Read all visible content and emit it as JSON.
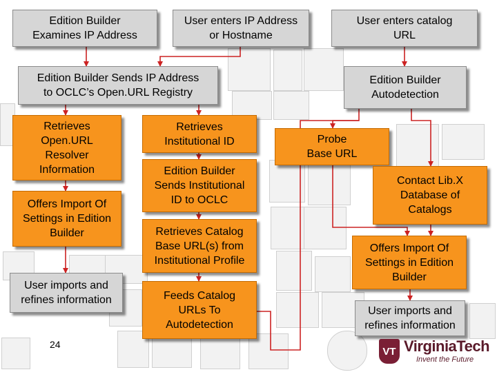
{
  "page_number": "24",
  "colors": {
    "gray_box": "#d6d6d6",
    "orange_box": "#f7941d",
    "arrow": "#cc2222"
  },
  "boxes": {
    "ip_examine": "Edition Builder\nExamines IP Address",
    "user_ip": "User enters IP Address\nor Hostname",
    "user_catalog": "User enters catalog\nURL",
    "sends_registry": "Edition Builder Sends IP Address\nto OCLC’s Open.URL Registry",
    "autodetection": "Edition Builder\nAutodetection",
    "retrieves_resolver": "Retrieves\nOpen.URL\nResolver\nInformation",
    "retrieves_inst_id": "Retrieves\nInstitutional ID",
    "probe_base": "Probe\nBase URL",
    "offers_import_left": "Offers Import Of\nSettings in Edition\nBuilder",
    "sends_inst_id": "Edition Builder\nSends Institutional\nID to OCLC",
    "contact_libx": "Contact Lib.X\nDatabase of\nCatalogs",
    "retrieves_catalog": "Retrieves Catalog\nBase URL(s) from\nInstitutional Profile",
    "offers_import_right": "Offers Import Of\nSettings in Edition\nBuilder",
    "user_imports_left": "User imports and\nrefines information",
    "feeds_catalog": "Feeds Catalog\nURLs To\nAutodetection",
    "user_imports_right": "User imports and\nrefines information"
  },
  "logo": {
    "name": "VirginiaTech",
    "tagline": "Invent the Future",
    "emblem": "VT"
  }
}
